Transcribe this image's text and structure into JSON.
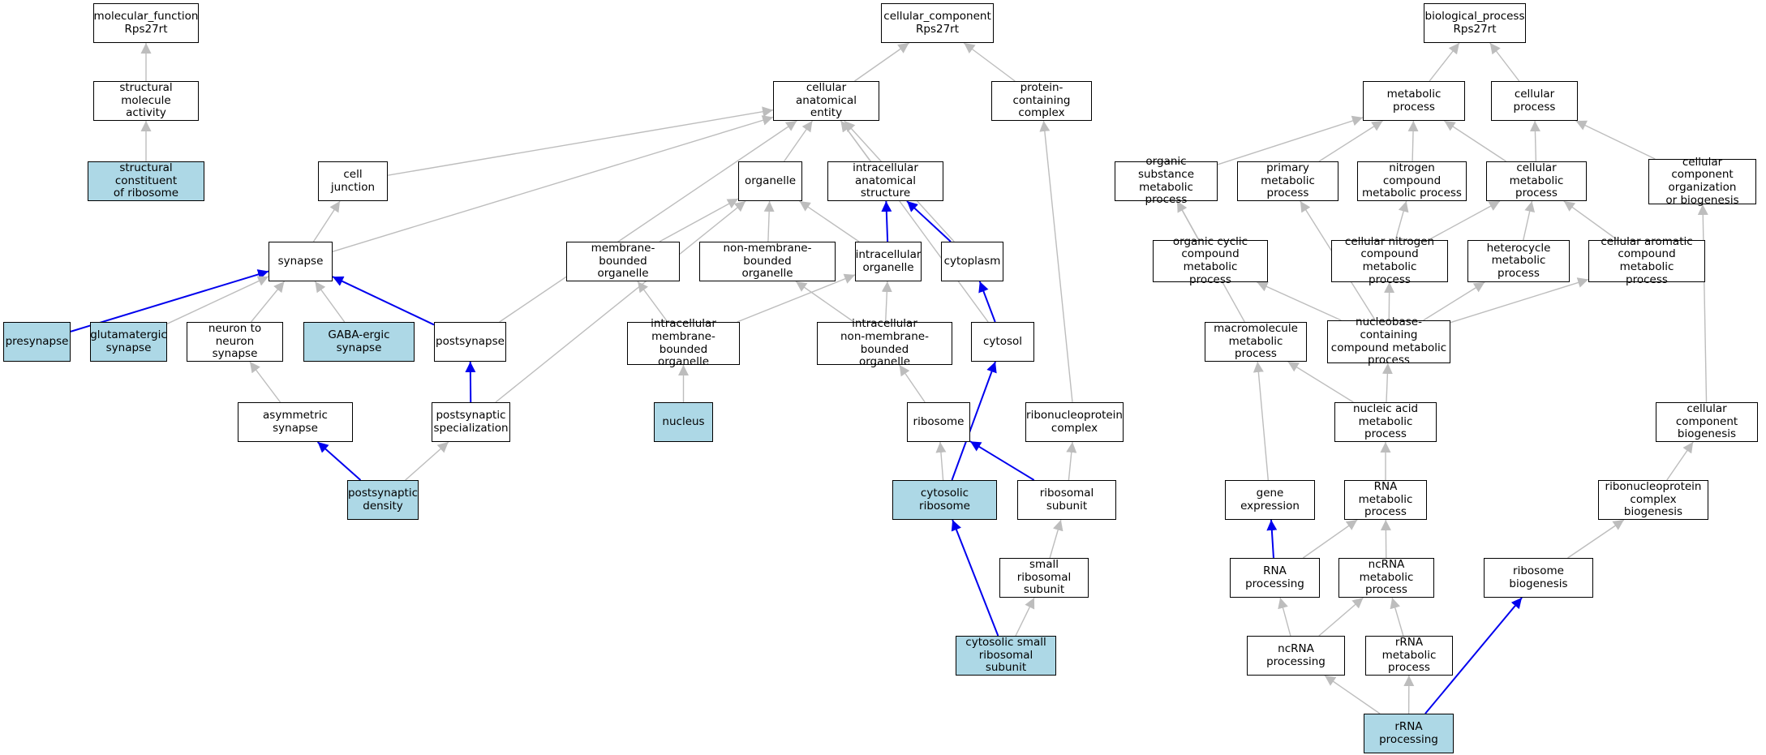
{
  "colors": {
    "highlight_fill": "#add8e6",
    "edge_gray": "#bdbdbd",
    "edge_blue": "#0000ee",
    "border": "#000000"
  },
  "nodes": {
    "mf_root": {
      "label": "molecular_function\nRps27rt",
      "highlighted": false
    },
    "struct_mol_act": {
      "label": "structural molecule\nactivity",
      "highlighted": false
    },
    "struct_const_ribo": {
      "label": "structural constituent\nof ribosome",
      "highlighted": true
    },
    "cc_root": {
      "label": "cellular_component\nRps27rt",
      "highlighted": false
    },
    "cell_anat_entity": {
      "label": "cellular anatomical\nentity",
      "highlighted": false
    },
    "protein_cont_complex": {
      "label": "protein-containing\ncomplex",
      "highlighted": false
    },
    "cell_junction": {
      "label": "cell junction",
      "highlighted": false
    },
    "organelle": {
      "label": "organelle",
      "highlighted": false
    },
    "intracell_anat_struct": {
      "label": "intracellular\nanatomical structure",
      "highlighted": false
    },
    "synapse": {
      "label": "synapse",
      "highlighted": false
    },
    "membrane_bounded_org": {
      "label": "membrane-bounded\norganelle",
      "highlighted": false
    },
    "non_membrane_bounded_org": {
      "label": "non-membrane-bounded\norganelle",
      "highlighted": false
    },
    "intracell_organelle": {
      "label": "intracellular\norganelle",
      "highlighted": false
    },
    "cytoplasm": {
      "label": "cytoplasm",
      "highlighted": false
    },
    "presynapse": {
      "label": "presynapse",
      "highlighted": true
    },
    "glutamatergic_synapse": {
      "label": "glutamatergic\nsynapse",
      "highlighted": true
    },
    "neuron_to_neuron": {
      "label": "neuron to neuron\nsynapse",
      "highlighted": false
    },
    "gaba_synapse": {
      "label": "GABA-ergic synapse",
      "highlighted": true
    },
    "postsynapse": {
      "label": "postsynapse",
      "highlighted": false
    },
    "intracell_mem_org": {
      "label": "intracellular\nmembrane-bounded\norganelle",
      "highlighted": false
    },
    "intracell_nonmem_org": {
      "label": "intracellular\nnon-membrane-bounded\norganelle",
      "highlighted": false
    },
    "cytosol": {
      "label": "cytosol",
      "highlighted": false
    },
    "asymmetric_synapse": {
      "label": "asymmetric synapse",
      "highlighted": false
    },
    "postsynaptic_spec": {
      "label": "postsynaptic\nspecialization",
      "highlighted": false
    },
    "nucleus": {
      "label": "nucleus",
      "highlighted": true
    },
    "ribosome": {
      "label": "ribosome",
      "highlighted": false
    },
    "rnp_complex": {
      "label": "ribonucleoprotein\ncomplex",
      "highlighted": false
    },
    "postsynaptic_density": {
      "label": "postsynaptic\ndensity",
      "highlighted": true
    },
    "cytosolic_ribosome": {
      "label": "cytosolic ribosome",
      "highlighted": true
    },
    "ribosomal_subunit": {
      "label": "ribosomal subunit",
      "highlighted": false
    },
    "small_ribo_subunit": {
      "label": "small ribosomal\nsubunit",
      "highlighted": false
    },
    "cytosolic_small_ribo": {
      "label": "cytosolic small\nribosomal subunit",
      "highlighted": true
    },
    "bp_root": {
      "label": "biological_process\nRps27rt",
      "highlighted": false
    },
    "metabolic_process": {
      "label": "metabolic process",
      "highlighted": false
    },
    "cellular_process": {
      "label": "cellular process",
      "highlighted": false
    },
    "organic_subst_met": {
      "label": "organic substance\nmetabolic process",
      "highlighted": false
    },
    "primary_met": {
      "label": "primary metabolic\nprocess",
      "highlighted": false
    },
    "nitrogen_compound_met": {
      "label": "nitrogen compound\nmetabolic process",
      "highlighted": false
    },
    "cellular_met": {
      "label": "cellular metabolic\nprocess",
      "highlighted": false
    },
    "cc_org_biogenesis": {
      "label": "cellular component\norganization\nor biogenesis",
      "highlighted": false
    },
    "organic_cyclic_met": {
      "label": "organic cyclic\ncompound metabolic\nprocess",
      "highlighted": false
    },
    "cellular_nitrogen_met": {
      "label": "cellular nitrogen\ncompound metabolic\nprocess",
      "highlighted": false
    },
    "heterocycle_met": {
      "label": "heterocycle\nmetabolic process",
      "highlighted": false
    },
    "cellular_aromatic_met": {
      "label": "cellular aromatic\ncompound metabolic\nprocess",
      "highlighted": false
    },
    "macromolecule_met": {
      "label": "macromolecule\nmetabolic process",
      "highlighted": false
    },
    "nucleobase_met": {
      "label": "nucleobase-containing\ncompound metabolic\nprocess",
      "highlighted": false
    },
    "nucleic_acid_met": {
      "label": "nucleic acid\nmetabolic process",
      "highlighted": false
    },
    "cc_biogenesis": {
      "label": "cellular component\nbiogenesis",
      "highlighted": false
    },
    "gene_expression": {
      "label": "gene expression",
      "highlighted": false
    },
    "rna_met": {
      "label": "RNA metabolic\nprocess",
      "highlighted": false
    },
    "rnp_complex_biogenesis": {
      "label": "ribonucleoprotein\ncomplex biogenesis",
      "highlighted": false
    },
    "rna_processing": {
      "label": "RNA processing",
      "highlighted": false
    },
    "ncrna_met": {
      "label": "ncRNA metabolic\nprocess",
      "highlighted": false
    },
    "ribosome_biogenesis": {
      "label": "ribosome biogenesis",
      "highlighted": false
    },
    "ncrna_processing": {
      "label": "ncRNA processing",
      "highlighted": false
    },
    "rrna_met": {
      "label": "rRNA metabolic\nprocess",
      "highlighted": false
    },
    "rrna_processing": {
      "label": "rRNA processing",
      "highlighted": true
    }
  },
  "edges": [
    {
      "from": "struct_mol_act",
      "to": "mf_root",
      "color": "gray"
    },
    {
      "from": "struct_const_ribo",
      "to": "struct_mol_act",
      "color": "gray"
    },
    {
      "from": "cell_anat_entity",
      "to": "cc_root",
      "color": "gray"
    },
    {
      "from": "protein_cont_complex",
      "to": "cc_root",
      "color": "gray"
    },
    {
      "from": "cell_junction",
      "to": "cell_anat_entity",
      "color": "gray"
    },
    {
      "from": "organelle",
      "to": "cell_anat_entity",
      "color": "gray"
    },
    {
      "from": "intracell_anat_struct",
      "to": "cell_anat_entity",
      "color": "gray"
    },
    {
      "from": "cytoplasm",
      "to": "cell_anat_entity",
      "color": "gray"
    },
    {
      "from": "cytosol",
      "to": "cell_anat_entity",
      "color": "gray"
    },
    {
      "from": "presynapse",
      "to": "cell_anat_entity",
      "color": "gray"
    },
    {
      "from": "postsynapse",
      "to": "cell_anat_entity",
      "color": "gray"
    },
    {
      "from": "synapse",
      "to": "cell_junction",
      "color": "gray"
    },
    {
      "from": "presynapse",
      "to": "synapse",
      "color": "blue"
    },
    {
      "from": "glutamatergic_synapse",
      "to": "synapse",
      "color": "gray"
    },
    {
      "from": "neuron_to_neuron",
      "to": "synapse",
      "color": "gray"
    },
    {
      "from": "gaba_synapse",
      "to": "synapse",
      "color": "gray"
    },
    {
      "from": "postsynapse",
      "to": "synapse",
      "color": "blue"
    },
    {
      "from": "asymmetric_synapse",
      "to": "neuron_to_neuron",
      "color": "gray"
    },
    {
      "from": "postsynaptic_spec",
      "to": "postsynapse",
      "color": "blue"
    },
    {
      "from": "postsynaptic_spec",
      "to": "organelle",
      "color": "gray"
    },
    {
      "from": "postsynaptic_density",
      "to": "asymmetric_synapse",
      "color": "blue"
    },
    {
      "from": "postsynaptic_density",
      "to": "postsynaptic_spec",
      "color": "gray"
    },
    {
      "from": "membrane_bounded_org",
      "to": "organelle",
      "color": "gray"
    },
    {
      "from": "non_membrane_bounded_org",
      "to": "organelle",
      "color": "gray"
    },
    {
      "from": "intracell_organelle",
      "to": "organelle",
      "color": "gray"
    },
    {
      "from": "intracell_organelle",
      "to": "intracell_anat_struct",
      "color": "blue"
    },
    {
      "from": "cytoplasm",
      "to": "intracell_anat_struct",
      "color": "blue"
    },
    {
      "from": "intracell_mem_org",
      "to": "membrane_bounded_org",
      "color": "gray"
    },
    {
      "from": "intracell_mem_org",
      "to": "intracell_organelle",
      "color": "gray"
    },
    {
      "from": "intracell_nonmem_org",
      "to": "non_membrane_bounded_org",
      "color": "gray"
    },
    {
      "from": "intracell_nonmem_org",
      "to": "intracell_organelle",
      "color": "gray"
    },
    {
      "from": "nucleus",
      "to": "intracell_mem_org",
      "color": "gray"
    },
    {
      "from": "cytosol",
      "to": "cytoplasm",
      "color": "blue"
    },
    {
      "from": "ribosome",
      "to": "intracell_nonmem_org",
      "color": "gray"
    },
    {
      "from": "cytosolic_ribosome",
      "to": "ribosome",
      "color": "gray"
    },
    {
      "from": "cytosolic_ribosome",
      "to": "cytosol",
      "color": "blue"
    },
    {
      "from": "ribosomal_subunit",
      "to": "ribosome",
      "color": "blue"
    },
    {
      "from": "ribosomal_subunit",
      "to": "rnp_complex",
      "color": "gray"
    },
    {
      "from": "rnp_complex",
      "to": "protein_cont_complex",
      "color": "gray"
    },
    {
      "from": "small_ribo_subunit",
      "to": "ribosomal_subunit",
      "color": "gray"
    },
    {
      "from": "cytosolic_small_ribo",
      "to": "cytosolic_ribosome",
      "color": "blue"
    },
    {
      "from": "cytosolic_small_ribo",
      "to": "small_ribo_subunit",
      "color": "gray"
    },
    {
      "from": "metabolic_process",
      "to": "bp_root",
      "color": "gray"
    },
    {
      "from": "cellular_process",
      "to": "bp_root",
      "color": "gray"
    },
    {
      "from": "organic_subst_met",
      "to": "metabolic_process",
      "color": "gray"
    },
    {
      "from": "primary_met",
      "to": "metabolic_process",
      "color": "gray"
    },
    {
      "from": "nitrogen_compound_met",
      "to": "metabolic_process",
      "color": "gray"
    },
    {
      "from": "cellular_met",
      "to": "metabolic_process",
      "color": "gray"
    },
    {
      "from": "cellular_met",
      "to": "cellular_process",
      "color": "gray"
    },
    {
      "from": "cc_org_biogenesis",
      "to": "cellular_process",
      "color": "gray"
    },
    {
      "from": "organic_cyclic_met",
      "to": "organic_subst_met",
      "color": "gray"
    },
    {
      "from": "macromolecule_met",
      "to": "organic_subst_met",
      "color": "gray"
    },
    {
      "from": "cellular_nitrogen_met",
      "to": "nitrogen_compound_met",
      "color": "gray"
    },
    {
      "from": "cellular_nitrogen_met",
      "to": "cellular_met",
      "color": "gray"
    },
    {
      "from": "heterocycle_met",
      "to": "cellular_met",
      "color": "gray"
    },
    {
      "from": "cellular_aromatic_met",
      "to": "cellular_met",
      "color": "gray"
    },
    {
      "from": "nucleobase_met",
      "to": "organic_cyclic_met",
      "color": "gray"
    },
    {
      "from": "nucleobase_met",
      "to": "primary_met",
      "color": "gray"
    },
    {
      "from": "nucleobase_met",
      "to": "cellular_nitrogen_met",
      "color": "gray"
    },
    {
      "from": "nucleobase_met",
      "to": "heterocycle_met",
      "color": "gray"
    },
    {
      "from": "nucleobase_met",
      "to": "cellular_aromatic_met",
      "color": "gray"
    },
    {
      "from": "nucleic_acid_met",
      "to": "macromolecule_met",
      "color": "gray"
    },
    {
      "from": "nucleic_acid_met",
      "to": "nucleobase_met",
      "color": "gray"
    },
    {
      "from": "gene_expression",
      "to": "macromolecule_met",
      "color": "gray"
    },
    {
      "from": "rna_met",
      "to": "nucleic_acid_met",
      "color": "gray"
    },
    {
      "from": "rna_processing",
      "to": "gene_expression",
      "color": "blue"
    },
    {
      "from": "rna_processing",
      "to": "rna_met",
      "color": "gray"
    },
    {
      "from": "ncrna_met",
      "to": "rna_met",
      "color": "gray"
    },
    {
      "from": "ncrna_processing",
      "to": "rna_processing",
      "color": "gray"
    },
    {
      "from": "ncrna_processing",
      "to": "ncrna_met",
      "color": "gray"
    },
    {
      "from": "rrna_met",
      "to": "ncrna_met",
      "color": "gray"
    },
    {
      "from": "rrna_processing",
      "to": "ncrna_processing",
      "color": "gray"
    },
    {
      "from": "rrna_processing",
      "to": "rrna_met",
      "color": "gray"
    },
    {
      "from": "rrna_processing",
      "to": "ribosome_biogenesis",
      "color": "blue"
    },
    {
      "from": "ribosome_biogenesis",
      "to": "rnp_complex_biogenesis",
      "color": "gray"
    },
    {
      "from": "rnp_complex_biogenesis",
      "to": "cc_biogenesis",
      "color": "gray"
    },
    {
      "from": "cc_biogenesis",
      "to": "cc_org_biogenesis",
      "color": "gray"
    }
  ]
}
